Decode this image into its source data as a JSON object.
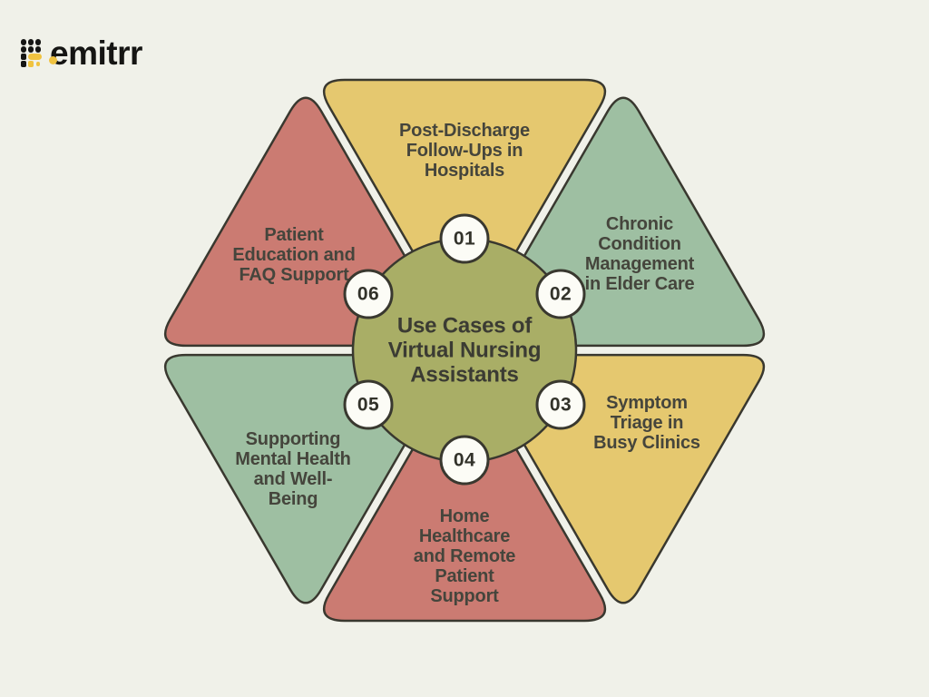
{
  "logo": {
    "text": "emitrr"
  },
  "center": {
    "title": "Use Cases of\nVirtual Nursing\nAssistants"
  },
  "colors": {
    "background": "#f0f1e9",
    "outline_dark": "#39382f",
    "label_text": "#45453c",
    "badge_fill": "#fcfcf6",
    "center_olive": "#a9ae66",
    "triangle_yellow": "#e5c86f",
    "triangle_sage": "#9ebfa2",
    "triangle_salmon": "#cb7b72",
    "logo_black": "#151513",
    "logo_yellow": "#f0c340"
  },
  "segments": [
    {
      "number": "01",
      "label": "Post-Discharge\nFollow-Ups in\nHospitals",
      "color": "#e5c86f",
      "position": "top"
    },
    {
      "number": "02",
      "label": "Chronic\nCondition\nManagement\nin Elder Care",
      "color": "#9ebfa2",
      "position": "upper-right"
    },
    {
      "number": "03",
      "label": "Symptom\nTriage in\nBusy Clinics",
      "color": "#e5c86f",
      "position": "lower-right"
    },
    {
      "number": "04",
      "label": "Home\nHealthcare\nand Remote\nPatient\nSupport",
      "color": "#cb7b72",
      "position": "bottom"
    },
    {
      "number": "05",
      "label": "Supporting\nMental Health\nand Well-\nBeing",
      "color": "#9ebfa2",
      "position": "lower-left"
    },
    {
      "number": "06",
      "label": "Patient\nEducation and\nFAQ Support",
      "color": "#cb7b72",
      "position": "upper-left"
    }
  ]
}
